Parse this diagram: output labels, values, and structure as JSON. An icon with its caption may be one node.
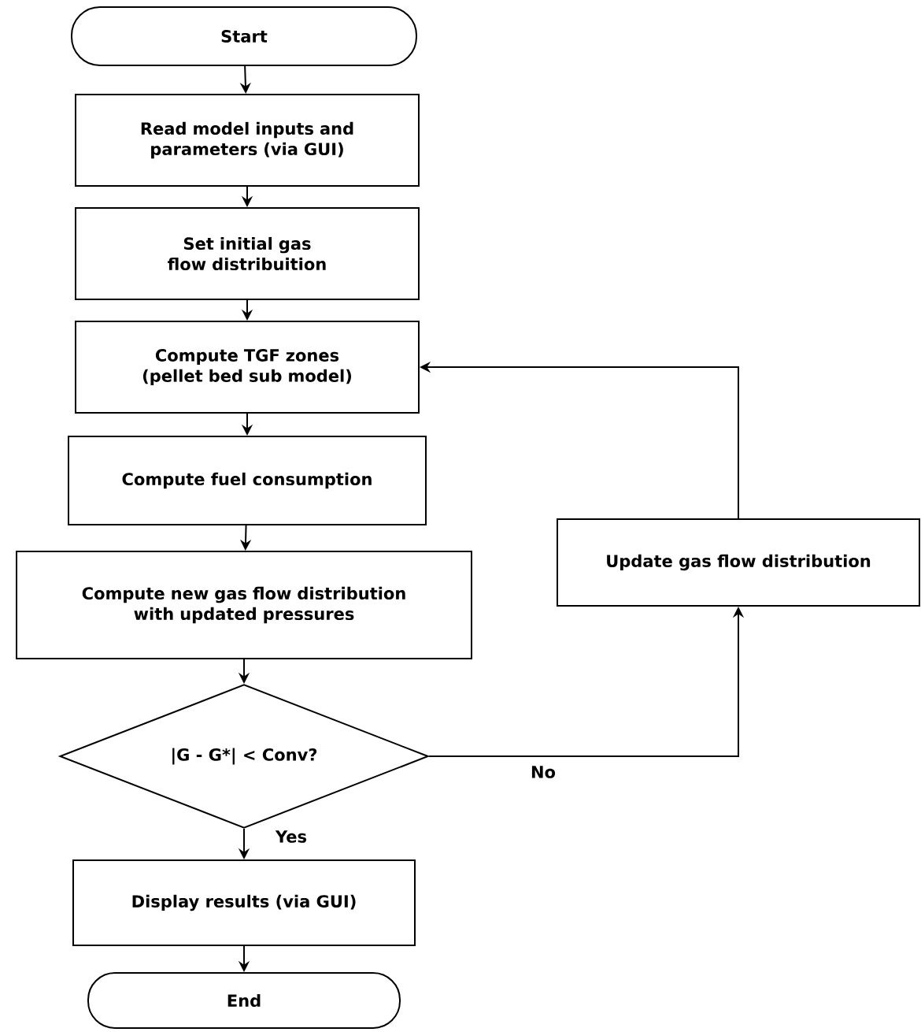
{
  "diagram": {
    "nodes": [
      {
        "text": [
          "Start"
        ]
      },
      {
        "text": [
          "Read model inputs and parameters (via GUI)"
        ]
      },
      {
        "text": [
          "Set initial gas flow distribuition"
        ]
      },
      {
        "text": [
          "Compute TGF zones (pellet bed sub model)"
        ]
      },
      {
        "text": [
          "Compute fuel consumption"
        ]
      },
      {
        "text": [
          "Compute new gas flow distribution with updated pressures"
        ]
      },
      {
        "text": [
          "|G - G*| < Conv?"
        ]
      },
      {
        "text": [
          "Display results (via GUI)"
        ]
      },
      {
        "text": [
          "End"
        ]
      },
      {
        "text": [
          "Update gas flow distribution"
        ]
      }
    ],
    "edges": [
      {
        "from": 0,
        "to": 1,
        "arrow": "to"
      },
      {
        "from": 1,
        "to": 2,
        "arrow": "to"
      },
      {
        "from": 2,
        "to": 3,
        "arrow": "to"
      },
      {
        "from": 3,
        "to": 4,
        "arrow": "to"
      },
      {
        "from": 4,
        "to": 5,
        "arrow": "to"
      },
      {
        "from": 5,
        "to": 6,
        "arrow": "to"
      },
      {
        "from": 6,
        "to": 7,
        "arrow": "to",
        "label": "Yes"
      },
      {
        "from": 7,
        "to": 8,
        "arrow": "to"
      },
      {
        "from": 6,
        "to": 9,
        "arrow": "to",
        "label": "No"
      },
      {
        "from": 9,
        "to": 3,
        "arrow": "to"
      }
    ]
  }
}
